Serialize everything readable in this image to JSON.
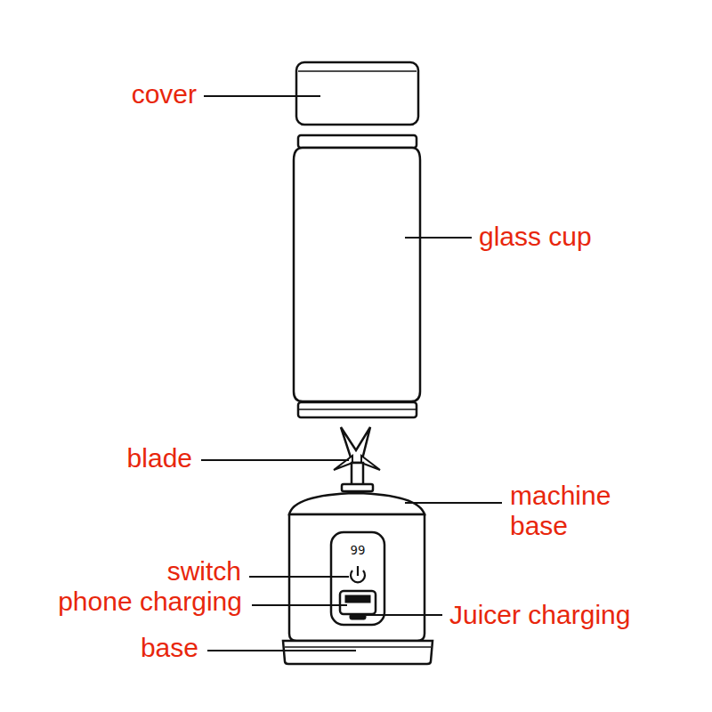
{
  "diagram": {
    "labels": [
      "cover",
      "glass cup",
      "blade",
      "machine base",
      "switch",
      "phone charging",
      "Juicer charging",
      "base",
      "99"
    ]
  }
}
